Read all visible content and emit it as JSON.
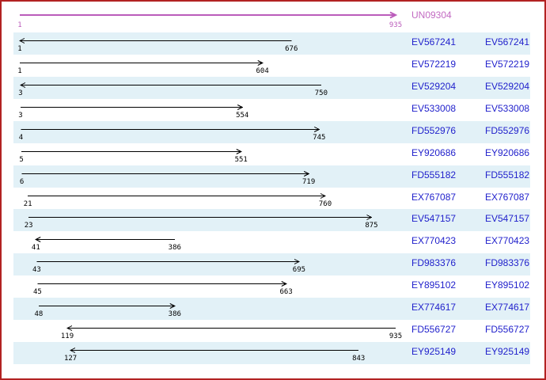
{
  "palette": {
    "border_red": "#B22222",
    "row_band_blue": "#E2F1F7",
    "label_blue": "#2222CC",
    "query_magenta": "#BB5CBB",
    "arrow_black": "#000000",
    "background": "#FFFFFF"
  },
  "axis": {
    "min": 1,
    "max": 935
  },
  "query": {
    "label": "UN09304",
    "start": 1,
    "end": 935,
    "arrow": "right"
  },
  "alignments": [
    {
      "label": "EV567241",
      "start": 1,
      "end": 676,
      "arrow": "left"
    },
    {
      "label": "EV572219",
      "start": 1,
      "end": 604,
      "arrow": "right"
    },
    {
      "label": "EV529204",
      "start": 3,
      "end": 750,
      "arrow": "left"
    },
    {
      "label": "EV533008",
      "start": 3,
      "end": 554,
      "arrow": "right"
    },
    {
      "label": "FD552976",
      "start": 4,
      "end": 745,
      "arrow": "right"
    },
    {
      "label": "EY920686",
      "start": 5,
      "end": 551,
      "arrow": "right"
    },
    {
      "label": "FD555182",
      "start": 6,
      "end": 719,
      "arrow": "right"
    },
    {
      "label": "EX767087",
      "start": 21,
      "end": 760,
      "arrow": "right"
    },
    {
      "label": "EV547157",
      "start": 23,
      "end": 875,
      "arrow": "right"
    },
    {
      "label": "EX770423",
      "start": 41,
      "end": 386,
      "arrow": "left"
    },
    {
      "label": "FD983376",
      "start": 43,
      "end": 695,
      "arrow": "right"
    },
    {
      "label": "EY895102",
      "start": 45,
      "end": 663,
      "arrow": "right"
    },
    {
      "label": "EX774617",
      "start": 48,
      "end": 386,
      "arrow": "right"
    },
    {
      "label": "FD556727",
      "start": 119,
      "end": 935,
      "arrow": "left"
    },
    {
      "label": "EY925149",
      "start": 127,
      "end": 843,
      "arrow": "left"
    }
  ],
  "chart_data": {
    "type": "table",
    "columns": [
      "sequence",
      "start",
      "end",
      "arrow_direction"
    ],
    "rows": [
      [
        "UN09304",
        1,
        935,
        "right"
      ],
      [
        "EV567241",
        1,
        676,
        "left"
      ],
      [
        "EV572219",
        1,
        604,
        "right"
      ],
      [
        "EV529204",
        3,
        750,
        "left"
      ],
      [
        "EV533008",
        3,
        554,
        "right"
      ],
      [
        "FD552976",
        4,
        745,
        "right"
      ],
      [
        "EY920686",
        5,
        551,
        "right"
      ],
      [
        "FD555182",
        6,
        719,
        "right"
      ],
      [
        "EX767087",
        21,
        760,
        "right"
      ],
      [
        "EV547157",
        23,
        875,
        "right"
      ],
      [
        "EX770423",
        41,
        386,
        "left"
      ],
      [
        "FD983376",
        43,
        695,
        "right"
      ],
      [
        "EY895102",
        45,
        663,
        "right"
      ],
      [
        "EX774617",
        48,
        386,
        "right"
      ],
      [
        "FD556727",
        119,
        935,
        "left"
      ],
      [
        "EY925149",
        127,
        843,
        "left"
      ]
    ],
    "axis_range": [
      1,
      935
    ]
  }
}
